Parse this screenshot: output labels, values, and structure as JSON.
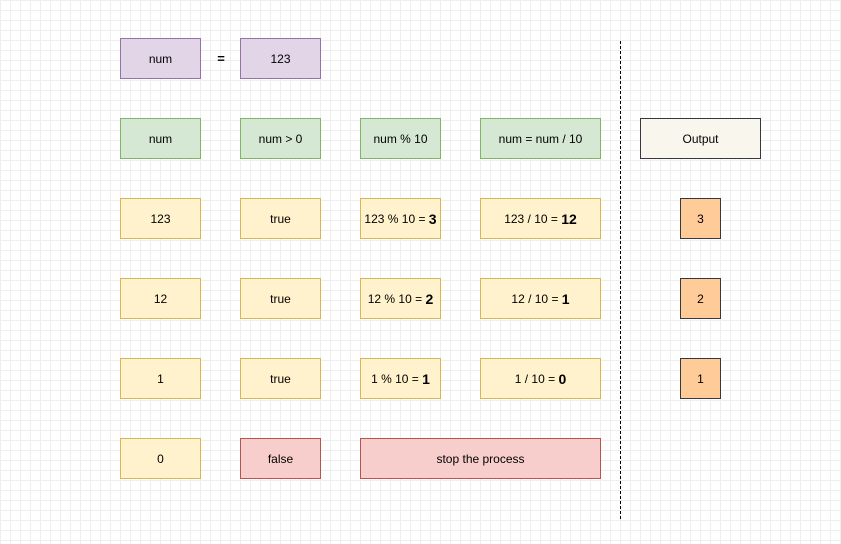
{
  "header": {
    "var_label": "num",
    "equals": "=",
    "value": "123"
  },
  "columns": {
    "num": "num",
    "condition": "num > 0",
    "mod": "num % 10",
    "div": "num = num / 10",
    "output": "Output"
  },
  "rows": [
    {
      "num": "123",
      "cond": "true",
      "mod_expr": "123 % 10 = ",
      "mod_result": "3",
      "div_expr": "123 / 10 = ",
      "div_result": "12",
      "output": "3"
    },
    {
      "num": "12",
      "cond": "true",
      "mod_expr": "12 % 10 = ",
      "mod_result": "2",
      "div_expr": "12 / 10 = ",
      "div_result": "1",
      "output": "2"
    },
    {
      "num": "1",
      "cond": "true",
      "mod_expr": "1 % 10 = ",
      "mod_result": "1",
      "div_expr": "1 / 10 = ",
      "div_result": "0",
      "output": "1"
    }
  ],
  "final_row": {
    "num": "0",
    "cond": "false",
    "stop": "stop the process"
  }
}
